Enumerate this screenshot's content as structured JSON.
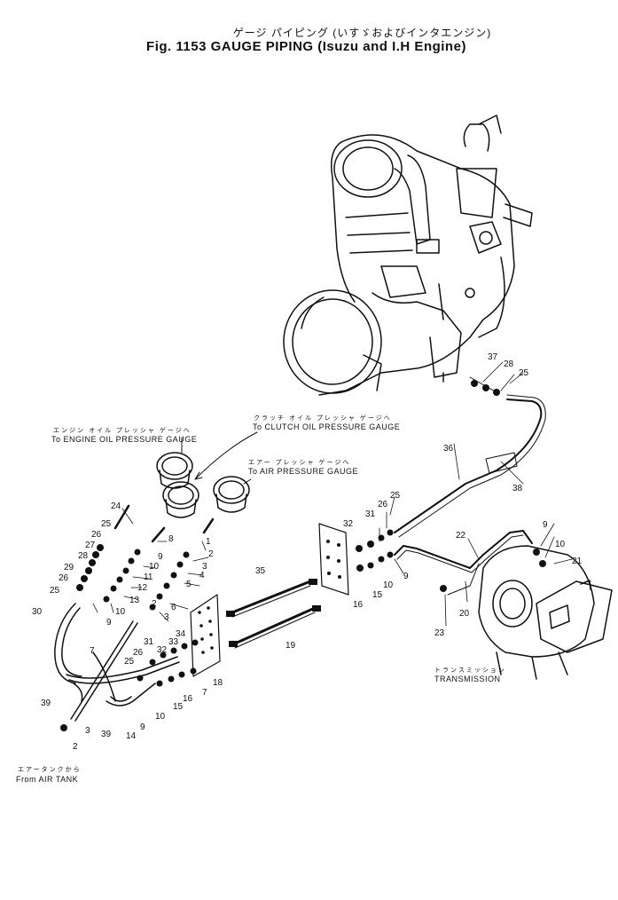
{
  "title": {
    "japanese": "ゲージ パイピング (いすゞおよびインタエンジン)",
    "english": "Fig. 1153 GAUGE PIPING (Isuzu and I.H Engine)"
  },
  "callouts": {
    "engine_oil": {
      "jp": "エンジン オイル プレッシャ ゲージへ",
      "en": "To ENGINE OIL PRESSURE GAUGE"
    },
    "clutch_oil": {
      "jp": "クラッチ オイル プレッシャ ゲージへ",
      "en": "To CLUTCH OIL PRESSURE GAUGE"
    },
    "air_pressure": {
      "jp": "エアー プレッシャ ゲージへ",
      "en": "To AIR PRESSURE GAUGE"
    },
    "air_tank": {
      "jp": "エアータンクから",
      "en": "From AIR TANK"
    },
    "transmission": {
      "jp": "トランスミッション",
      "en": "TRANSMISSION"
    }
  },
  "part_numbers": [
    "1",
    "2",
    "3",
    "4",
    "5",
    "6",
    "7",
    "8",
    "9",
    "10",
    "11",
    "12",
    "13",
    "14",
    "15",
    "16",
    "18",
    "19",
    "20",
    "21",
    "22",
    "23",
    "24",
    "25",
    "26",
    "27",
    "28",
    "29",
    "30",
    "31",
    "32",
    "33",
    "34",
    "35",
    "36",
    "37",
    "38",
    "39"
  ],
  "colors": {
    "ink": "#111111",
    "paper": "#ffffff"
  }
}
